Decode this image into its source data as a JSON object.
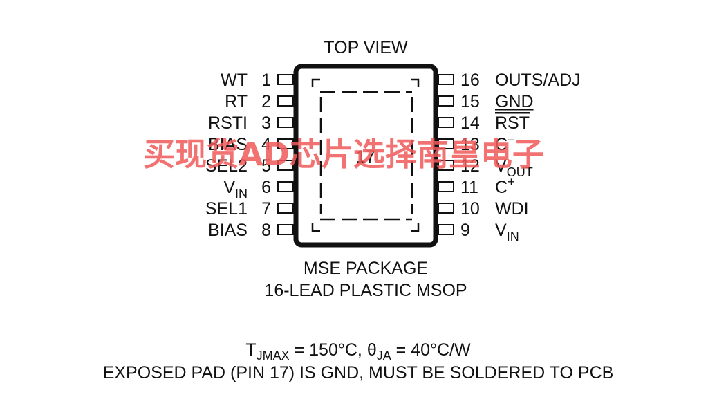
{
  "header": {
    "title": "TOP VIEW"
  },
  "package": {
    "name": "MSE PACKAGE",
    "description": "16-LEAD PLASTIC MSOP",
    "exposed_pad_number": "17"
  },
  "pins_left": [
    {
      "num": "1",
      "name": "WT"
    },
    {
      "num": "2",
      "name": "RT"
    },
    {
      "num": "3",
      "name": "RSTI"
    },
    {
      "num": "4",
      "name": "BIAS"
    },
    {
      "num": "5",
      "name": "SEL2"
    },
    {
      "num": "6",
      "name": "V",
      "sub": "IN"
    },
    {
      "num": "7",
      "name": "SEL1"
    },
    {
      "num": "8",
      "name": "BIAS"
    }
  ],
  "pins_right": [
    {
      "num": "16",
      "name": "OUTS/ADJ"
    },
    {
      "num": "15",
      "name": "GND",
      "decoration": "underline"
    },
    {
      "num": "14",
      "name": "RST",
      "decoration": "overline"
    },
    {
      "num": "13",
      "name": "C",
      "sup": "–"
    },
    {
      "num": "12",
      "name": "V",
      "sub": "OUT"
    },
    {
      "num": "11",
      "name": "C",
      "sup": "+"
    },
    {
      "num": "10",
      "name": "WDI"
    },
    {
      "num": "9",
      "name": "V",
      "sub": "IN"
    }
  ],
  "thermal": {
    "t": "T",
    "t_sub": "JMAX",
    "t_value": " = 150°C, ",
    "theta": "θ",
    "theta_sub": "JA",
    "theta_value": " = 40°C/W"
  },
  "note": "EXPOSED PAD (PIN 17) IS GND, MUST BE SOLDERED TO PCB",
  "watermark": {
    "text": "买现货AD芯片选择南皇电子",
    "color": "#f05a5a"
  }
}
